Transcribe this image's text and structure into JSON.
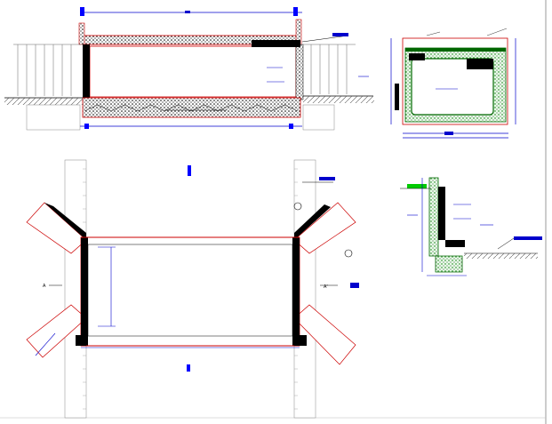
{
  "drawing": {
    "views": [
      {
        "id": "longitudinal-section"
      },
      {
        "id": "cross-section"
      },
      {
        "id": "plan-view"
      },
      {
        "id": "wall-detail"
      }
    ],
    "section_labels": [
      "A",
      "A'"
    ],
    "colors": {
      "dimension": "#0000cc",
      "outline": "#cc0000",
      "concrete_fill": "#000000",
      "reinforcement": "#00aa00",
      "tag": "#0000ff",
      "hatch": "#666666"
    }
  }
}
